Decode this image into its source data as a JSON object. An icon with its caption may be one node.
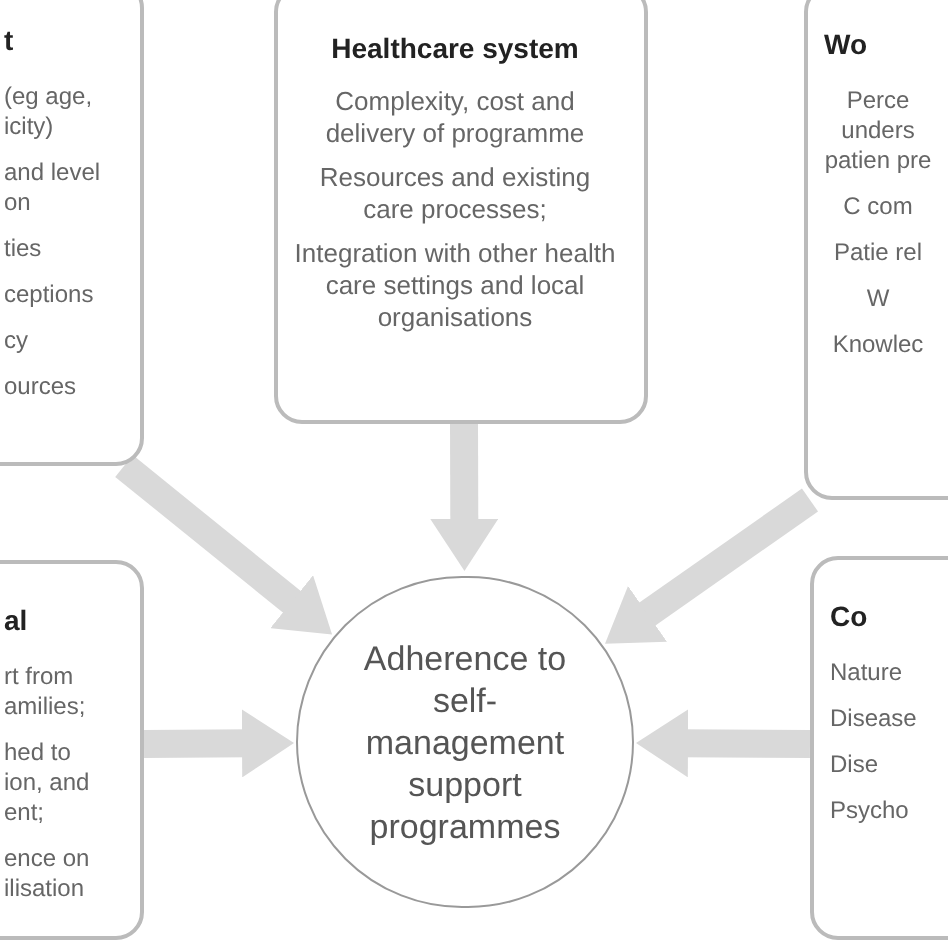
{
  "diagram": {
    "nodes": [
      {
        "text": [
          "t",
          "(eg age, icity)",
          "and level on",
          "ties",
          "ceptions",
          "cy",
          "ources"
        ]
      },
      {
        "text": [
          "Healthcare system",
          "Complexity, cost and delivery of programme",
          "Resources and existing care processes;",
          "Integration with other health care settings and local organisations"
        ]
      },
      {
        "text": [
          "Wo",
          "Perce unders patien pre",
          "C com",
          "Patie rel",
          "W",
          "Knowlec"
        ]
      },
      {
        "text": [
          "al",
          "rt from amilies;",
          "hed to ion, and ent;",
          "ence on ilisation"
        ]
      },
      {
        "text": [
          "Adherence to self- management support programmes"
        ]
      },
      {
        "text": [
          "Co",
          "Nature",
          "Disease",
          "Dise",
          "Psycho"
        ]
      }
    ],
    "edges": [
      {
        "from": 0,
        "to": 4,
        "arrow": "to"
      },
      {
        "from": 1,
        "to": 4,
        "arrow": "to"
      },
      {
        "from": 2,
        "to": 4,
        "arrow": "to"
      },
      {
        "from": 3,
        "to": 4,
        "arrow": "to"
      },
      {
        "from": 5,
        "to": 4,
        "arrow": "to"
      }
    ]
  }
}
